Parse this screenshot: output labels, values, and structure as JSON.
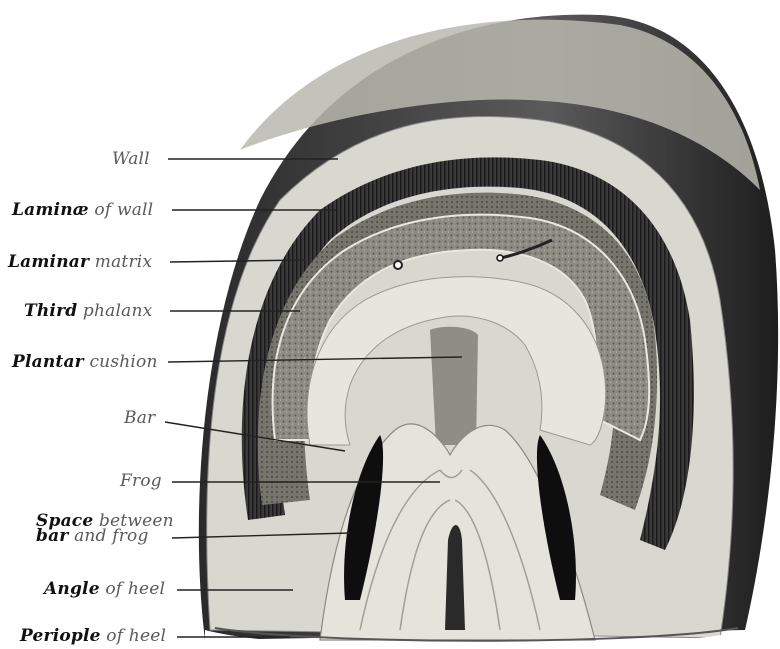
{
  "labels": {
    "wall": "Wall",
    "laminae": {
      "bold": "Laminæ",
      "rest": " of wall"
    },
    "matrix": {
      "bold": "Laminar",
      "rest": " matrix"
    },
    "third": {
      "bold": "Third",
      "rest": " phalanx"
    },
    "plantar": {
      "bold": "Plantar",
      "rest": " cushion"
    },
    "bar": "Bar",
    "frog": "Frog",
    "space1": {
      "bold": "Space",
      "rest": " between"
    },
    "space2": {
      "bold": "bar",
      "rest": " and frog"
    },
    "angle": {
      "bold": "Angle",
      "rest": " of heel"
    },
    "periople": {
      "bold": "Periople",
      "rest": " of heel"
    }
  },
  "colors": {
    "wall_outer": "#3a3a3a",
    "wall_light": "#d8d8d0",
    "laminae": "#2f2f2f",
    "matrix": "#6a6a62",
    "phalanx": "#8a8a80",
    "cushion": "#a7a7a0",
    "frog": "#e4e4dc"
  }
}
